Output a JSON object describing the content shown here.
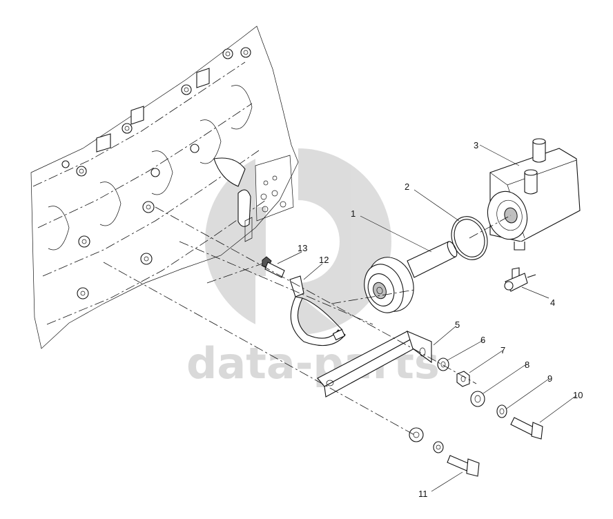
{
  "watermark": {
    "text": "data-parts",
    "color": "#d9d9d9"
  },
  "callouts": [
    {
      "id": "1",
      "label": "1"
    },
    {
      "id": "2",
      "label": "2"
    },
    {
      "id": "3",
      "label": "3"
    },
    {
      "id": "4",
      "label": "4"
    },
    {
      "id": "5",
      "label": "5"
    },
    {
      "id": "6",
      "label": "6"
    },
    {
      "id": "7",
      "label": "7"
    },
    {
      "id": "8",
      "label": "8"
    },
    {
      "id": "9",
      "label": "9"
    },
    {
      "id": "10",
      "label": "10"
    },
    {
      "id": "11",
      "label": "11"
    },
    {
      "id": "12",
      "label": "12"
    },
    {
      "id": "13",
      "label": "13"
    }
  ]
}
